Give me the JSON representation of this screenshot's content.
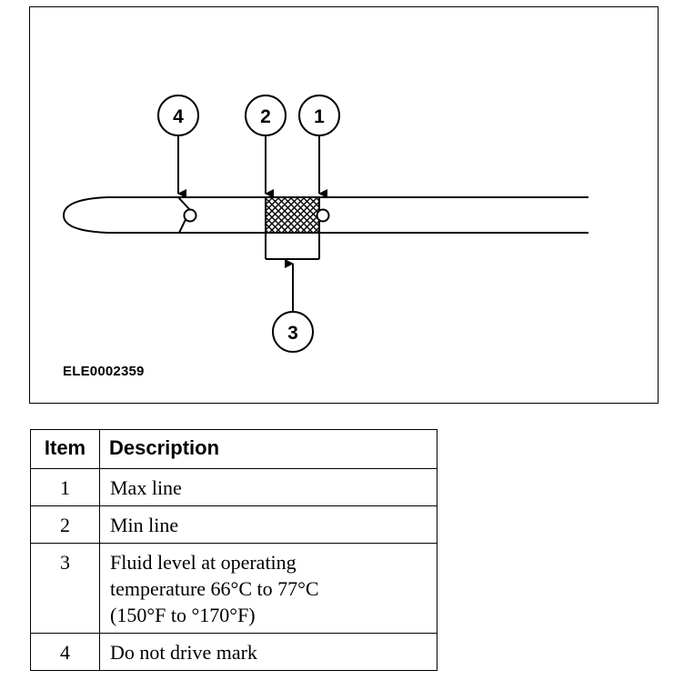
{
  "figure": {
    "code": "ELE0002359",
    "callouts": [
      "4",
      "2",
      "1",
      "3"
    ]
  },
  "table": {
    "headers": {
      "item": "Item",
      "description": "Description"
    },
    "rows": [
      {
        "item": "1",
        "lines": [
          "Max line"
        ]
      },
      {
        "item": "2",
        "lines": [
          "Min line"
        ]
      },
      {
        "item": "3",
        "lines": [
          "Fluid level at operating",
          "temperature 66°C to 77°C",
          "(150°F to °170°F)"
        ]
      },
      {
        "item": "4",
        "lines": [
          "Do not drive mark"
        ]
      }
    ]
  }
}
